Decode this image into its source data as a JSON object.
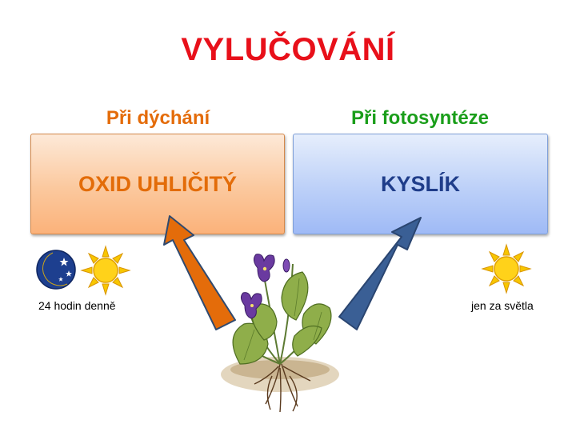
{
  "title": "VYLUČOVÁNÍ",
  "left": {
    "heading": "Při dýchání",
    "box_label": "OXID UHLIČITÝ",
    "caption": "24 hodin denně",
    "icons": [
      "moon-icon",
      "sun-icon"
    ]
  },
  "right": {
    "heading": "Při fotosyntéze",
    "box_label": "KYSLÍK",
    "caption": "jen za světla",
    "icons": [
      "sun-icon"
    ]
  },
  "colors": {
    "title": "#e8101a",
    "left_heading": "#e46c0a",
    "right_heading": "#1a9e1a",
    "orange_arrow": "#e46c0a",
    "blue_arrow": "#3a5f95"
  },
  "center_image": "violet-plant-illustration"
}
